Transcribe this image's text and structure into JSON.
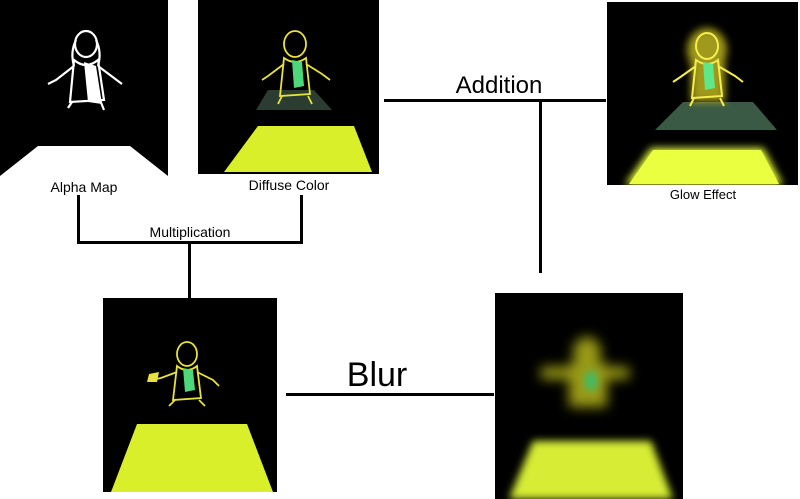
{
  "labels": {
    "alpha_map": "Alpha Map",
    "diffuse_color": "Diffuse Color",
    "glow_effect": "Glow Effect",
    "multiplication": "Multiplication",
    "addition": "Addition",
    "blur": "Blur"
  },
  "colors": {
    "background": "#ffffff",
    "panel": "#000000",
    "glow_yellow": "#e8ff3a",
    "floor_green": "#2f4a38",
    "line": "#000000"
  }
}
